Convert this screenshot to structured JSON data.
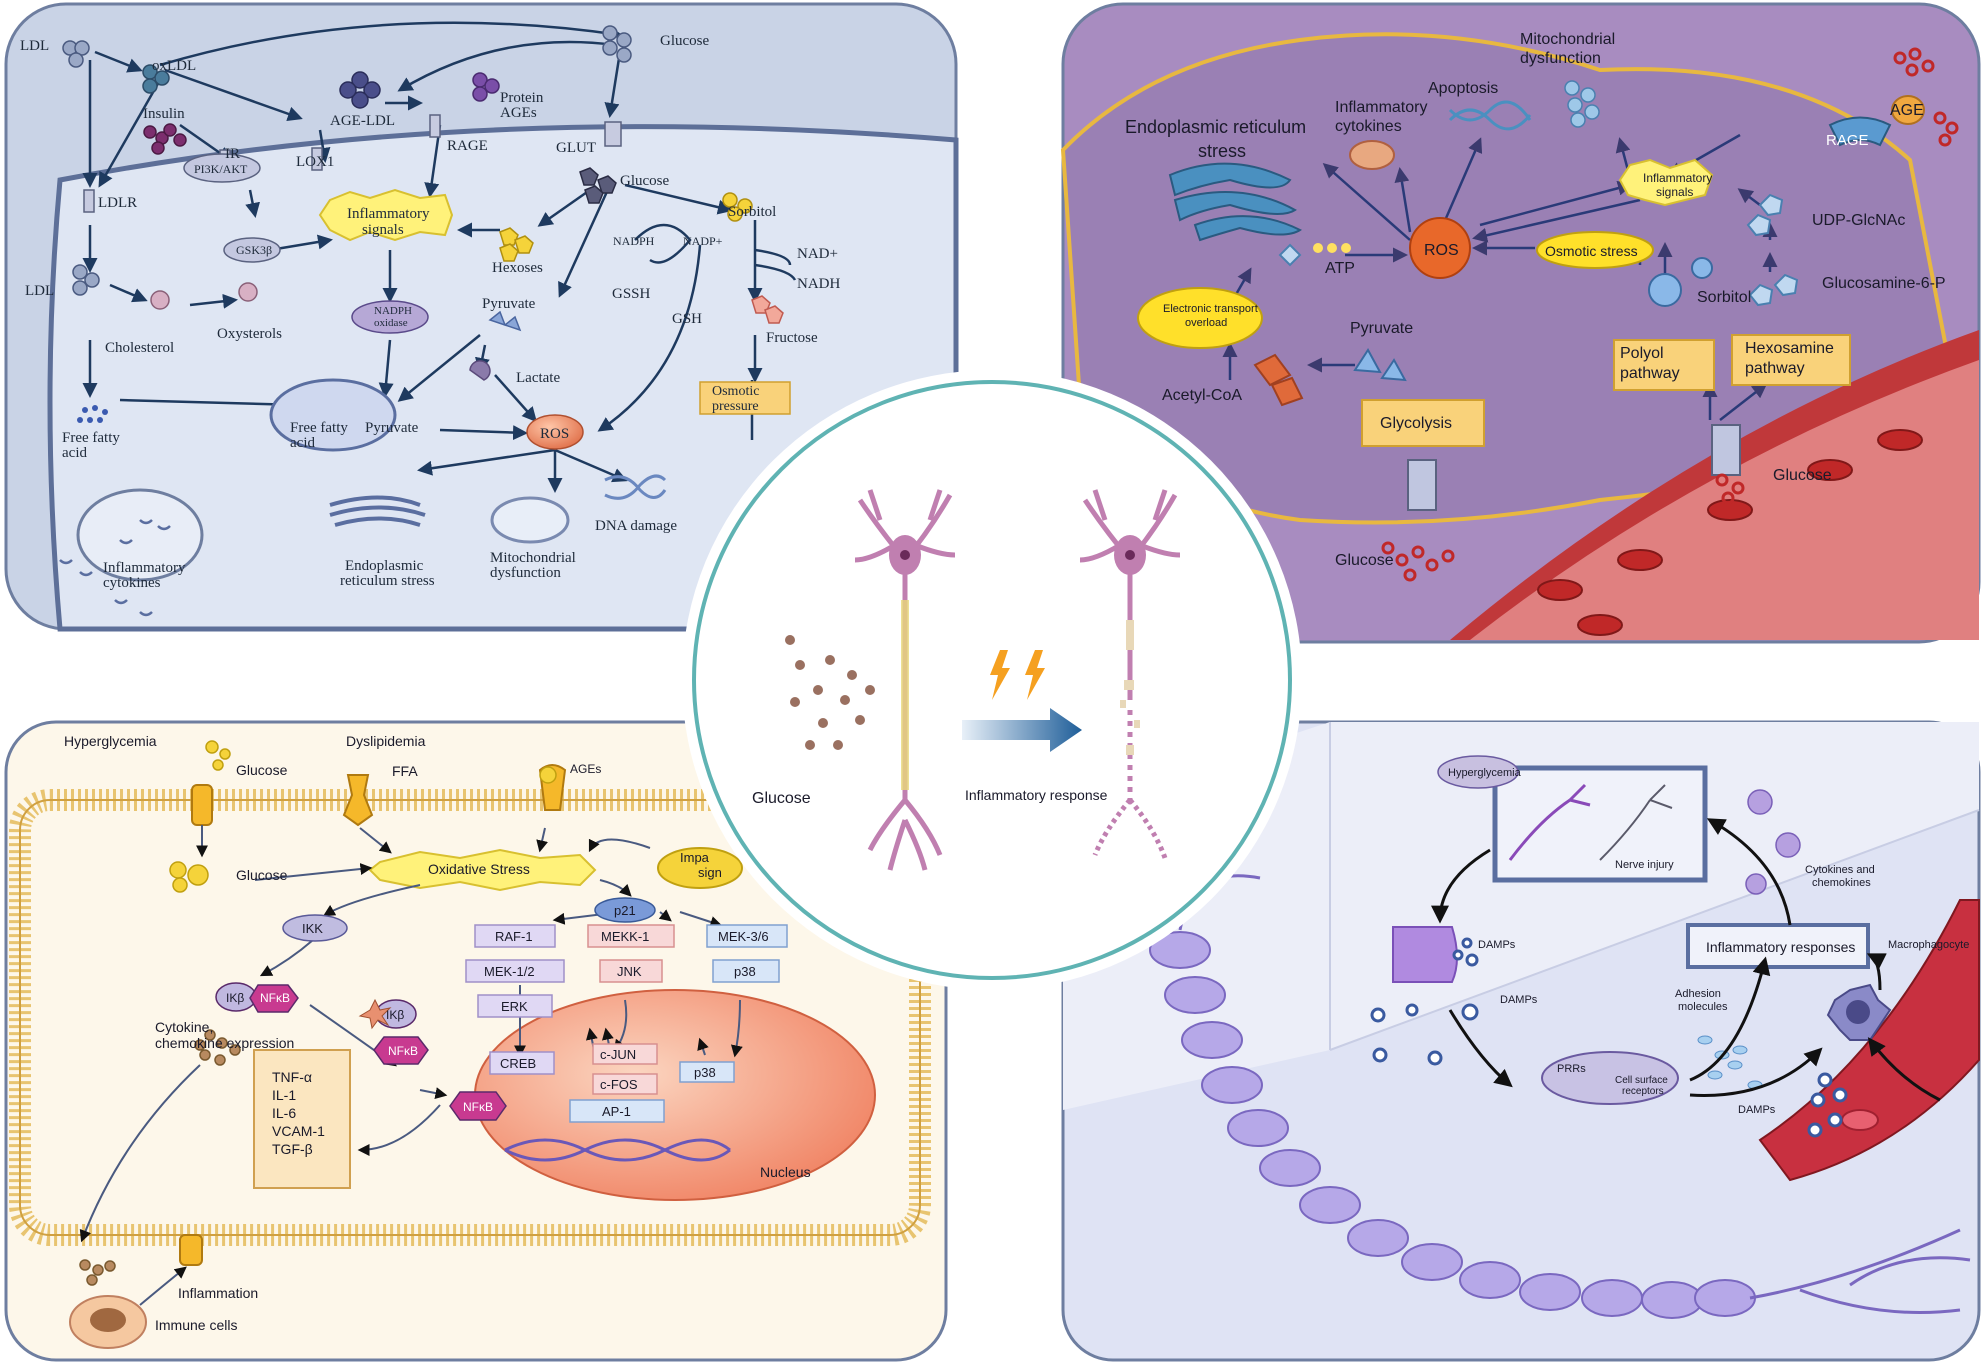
{
  "colors": {
    "tl_bg": "#c9d3e6",
    "tr_bg": "#9a80b4",
    "bl_bg": "#fdf7ea",
    "br_bg": "#dfe3f4",
    "center_ring": "#5fb3b3",
    "arrow": "#1f5e99",
    "neuron": "#c07fb0",
    "ros": "#f0a07a",
    "starburst": "#fff27a",
    "yellow_box": "#f9d27a"
  },
  "center": {
    "glucose": "Glucose",
    "inflammatory_response": "Inflammatory response"
  },
  "tl": {
    "ldl_top": "LDL",
    "oxldl": "oxLDL",
    "age_ldl": "AGE-LDL",
    "protein_ages": "Protein\nAGEs",
    "glucose_top": "Glucose",
    "insulin": "Insulin",
    "ir": "IR",
    "lox1": "LOX1",
    "rage": "RAGE",
    "glut": "GLUT",
    "glucose_in": "Glucose",
    "sorbitol": "Sorbitol",
    "pi3k": "PI3K/AKT",
    "gsk3b": "GSK3β",
    "inflammatory_signals": "Inflammatory\nsignals",
    "hexoses": "Hexoses",
    "nadph": "NADPH",
    "nadp": "NADP+",
    "nad_plus": "NAD+",
    "nadh": "NADH",
    "gssh": "GSSH",
    "gsh": "GSH",
    "fructose": "Fructose",
    "ldlr": "LDLR",
    "ldl_mid": "LDL",
    "cholesterol": "Cholesterol",
    "oxysterols": "Oxysterols",
    "nadph_oxidase": "NADPH\noxidase",
    "pyruvate": "Pyruvate",
    "lactate": "Lactate",
    "osmotic_pressure": "Osmotic\npressure",
    "ffa_left": "Free fatty\nacid",
    "ffa_mito": "Free fatty\nacid",
    "pyruvate_mito": "Pyruvate",
    "ros": "ROS",
    "er_stress": "Endoplasmic\nreticulum stress",
    "mito_dys": "Mitochondrial\ndysfunction",
    "dna_damage": "DNA damage",
    "infl_cytokines": "Inflammatory\ncytokines"
  },
  "tr": {
    "mito_dys": "Mitochondrial\ndysfunction",
    "apoptosis": "Apoptosis",
    "infl_cytokines": "Inflammatory\ncytokines",
    "er_stress": "Endoplasmic reticulum\nstress",
    "age": "AGE",
    "rage": "RAGE",
    "infl_signals": "Inflammatory\nsignals",
    "udp": "UDP-GlcNAc",
    "atp": "ATP",
    "ros": "ROS",
    "osmotic": "Osmotic stress",
    "glucosamine": "Glucosamine-6-P",
    "sorbitol": "Sorbitol",
    "etc": "Electronic transport\noverload",
    "pyruvate": "Pyruvate",
    "polyol": "Polyol\npathway",
    "hexosamine": "Hexosamine\npathway",
    "acetyl": "Acetyl-CoA",
    "glycolysis": "Glycolysis",
    "glucose_right": "Glucose",
    "glucose_left": "Glucose"
  },
  "bl": {
    "hyperglycemia": "Hyperglycemia",
    "dyslipidemia": "Dyslipidemia",
    "glucose_top": "Glucose",
    "ffa": "FFA",
    "ages": "AGEs",
    "glucose_in": "Glucose",
    "oxidative_stress": "Oxidative Stress",
    "impa": "Impa\nsign",
    "ikk": "IKK",
    "p21": "p21",
    "raf1": "RAF-1",
    "mekk1": "MEKK-1",
    "mek36": "MEK-3/6",
    "mek12": "MEK-1/2",
    "jnk": "JNK",
    "p38a": "p38",
    "ikb": "IKβ",
    "nfkb": "NFκB",
    "erk": "ERK",
    "ikb2": "IKβ",
    "cytokine_expr": "Cytokine,\nchemokine expression",
    "creb": "CREB",
    "cjun": "c-JUN",
    "cfos": "c-FOS",
    "p38b": "p38",
    "nfkb2": "NFκB",
    "nfkb3": "NFκB",
    "ap1": "AP-1",
    "cytokines": [
      "TNF-α",
      "IL-1",
      "IL-6",
      "VCAM-1",
      "TGF-β"
    ],
    "nucleus": "Nucleus",
    "inflammation": "Inflammation",
    "immune": "Immune cells"
  },
  "br": {
    "hyperglycemia": "Hyperglycemia",
    "nerve_injury": "Nerve injury",
    "cytokines": "Cytokines and\nchemokines",
    "damps1": "DAMPs",
    "infl_resp": "Inflammatory responses",
    "macrophagocyte": "Macrophagocyte",
    "damps2": "DAMPs",
    "adhesion": "Adhesion\nmolecules",
    "prrs": "PRRs",
    "csr": "Cell surface\nreceptors",
    "damps3": "DAMPs"
  }
}
